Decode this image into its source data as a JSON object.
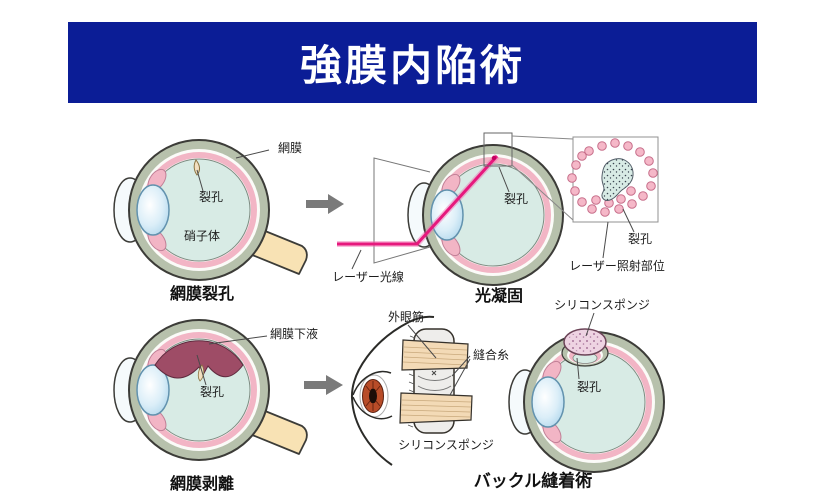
{
  "title": "強膜内陥術",
  "colors": {
    "banner_bg": "#0b1d96",
    "banner_text": "#ffffff",
    "sclera": "#b7c1ac",
    "choroid_pink": "#f2b5c5",
    "vitreous": "#d8ebe5",
    "lens": "#c2e1f0",
    "optic_nerve": "#f8e2b4",
    "laser_beam": "#e6197d",
    "subretinal_fluid": "#9e4c66",
    "sponge_pink": "#eed3e2",
    "muscle_tan": "#f3dab6",
    "arrow_gray": "#7a7a7a"
  },
  "panels": {
    "retinal_tear": {
      "caption": "網膜裂孔",
      "labels": {
        "retina": "網膜",
        "tear": "裂孔",
        "vitreous": "硝子体"
      }
    },
    "photocoagulation": {
      "caption": "光凝固",
      "labels": {
        "tear": "裂孔",
        "laser_beam": "レーザー光線"
      }
    },
    "laser_inset": {
      "labels": {
        "tear": "裂孔",
        "laser_site": "レーザー照射部位"
      }
    },
    "retinal_detachment": {
      "caption": "網膜剥離",
      "labels": {
        "subretinal_fluid": "網膜下液",
        "tear": "裂孔"
      }
    },
    "buckle_external": {
      "labels": {
        "extraocular_muscle": "外眼筋",
        "suture": "縫合糸",
        "silicone_sponge": "シリコンスポンジ"
      }
    },
    "buckle_cross_section": {
      "caption": "バックル縫着術",
      "labels": {
        "silicone_sponge": "シリコンスポンジ",
        "tear": "裂孔"
      }
    }
  }
}
